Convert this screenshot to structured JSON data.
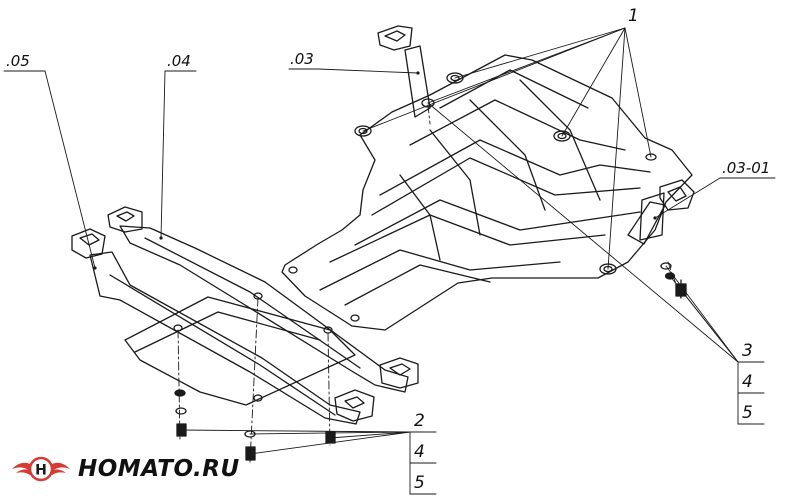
{
  "labels": {
    "p05": ".05",
    "p04": ".04",
    "p03": ".03",
    "p0301": ".03-01",
    "n1": "1",
    "n2": "2",
    "n3": "3",
    "n4a": "4",
    "n5a": "5",
    "n4b": "4",
    "n5b": "5"
  },
  "logo": {
    "text": "HOMATO.RU",
    "icon": "homato-wing-logo",
    "colors": {
      "red": "#d63a32",
      "dark": "#1a1a1a"
    }
  },
  "colors": {
    "line": "#1a1a1a",
    "background": "#ffffff"
  }
}
